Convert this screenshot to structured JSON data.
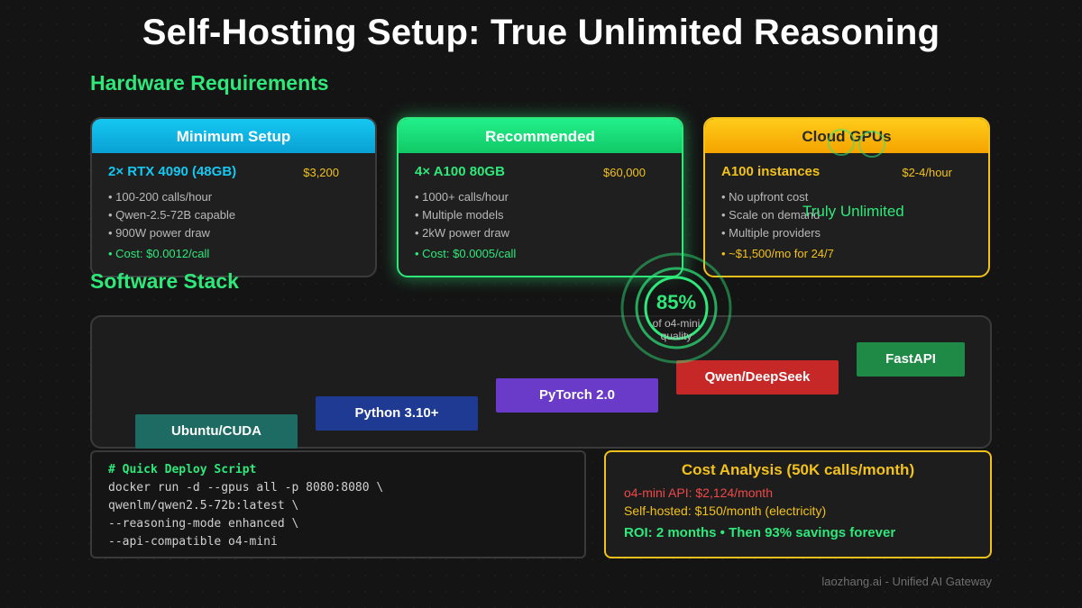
{
  "title": "Self-Hosting Setup: True Unlimited Reasoning",
  "hardware_heading": "Hardware Requirements",
  "software_heading": "Software Stack",
  "cards": [
    {
      "header": "Minimum Setup",
      "spec": "2× RTX 4090 (48GB)",
      "price": "$3,200",
      "bullets": [
        "• 100-200 calls/hour",
        "• Qwen-2.5-72B capable",
        "• 900W power draw"
      ],
      "cost": "• Cost: $0.0012/call"
    },
    {
      "header": "Recommended",
      "spec": "4× A100 80GB",
      "price": "$60,000",
      "bullets": [
        "• 1000+ calls/hour",
        "• Multiple models",
        "• 2kW power draw"
      ],
      "cost": "• Cost: $0.0005/call"
    },
    {
      "header": "Cloud GPUs",
      "spec": "A100 instances",
      "price": "$2-4/hour",
      "bullets": [
        "• No upfront cost",
        "• Scale on demand",
        "• Multiple providers"
      ],
      "cost": "• ~$1,500/mo for 24/7",
      "overlay_text": "Truly Unlimited"
    }
  ],
  "quality_badge": {
    "value": "85%",
    "label_line1": "of o4-mini",
    "label_line2": "quality"
  },
  "stack_layers": [
    "Ubuntu/CUDA",
    "Python 3.10+",
    "PyTorch 2.0",
    "Qwen/DeepSeek",
    "FastAPI"
  ],
  "deploy_script": {
    "comment": "# Quick Deploy Script",
    "lines": [
      "docker run -d --gpus all -p 8080:8080 \\",
      "qwenlm/qwen2.5-72b:latest \\",
      "--reasoning-mode enhanced \\",
      "--api-compatible o4-mini"
    ]
  },
  "cost_analysis": {
    "title": "Cost Analysis (50K calls/month)",
    "api_cost": "o4-mini API: $2,124/month",
    "self_cost": "Self-hosted: $150/month (electricity)",
    "roi": "ROI: 2 months • Then 93% savings forever"
  },
  "footer": "laozhang.ai - Unified AI Gateway",
  "colors": {
    "accent_green": "#2ee87a",
    "cyan": "#15c8f2",
    "gold": "#f2c21a",
    "red": "#f04848",
    "ubuntu": "#1d6b63",
    "python": "#1f3a93",
    "pytorch": "#6a3bc8",
    "qwen": "#c62828",
    "fastapi": "#1e8a45"
  }
}
